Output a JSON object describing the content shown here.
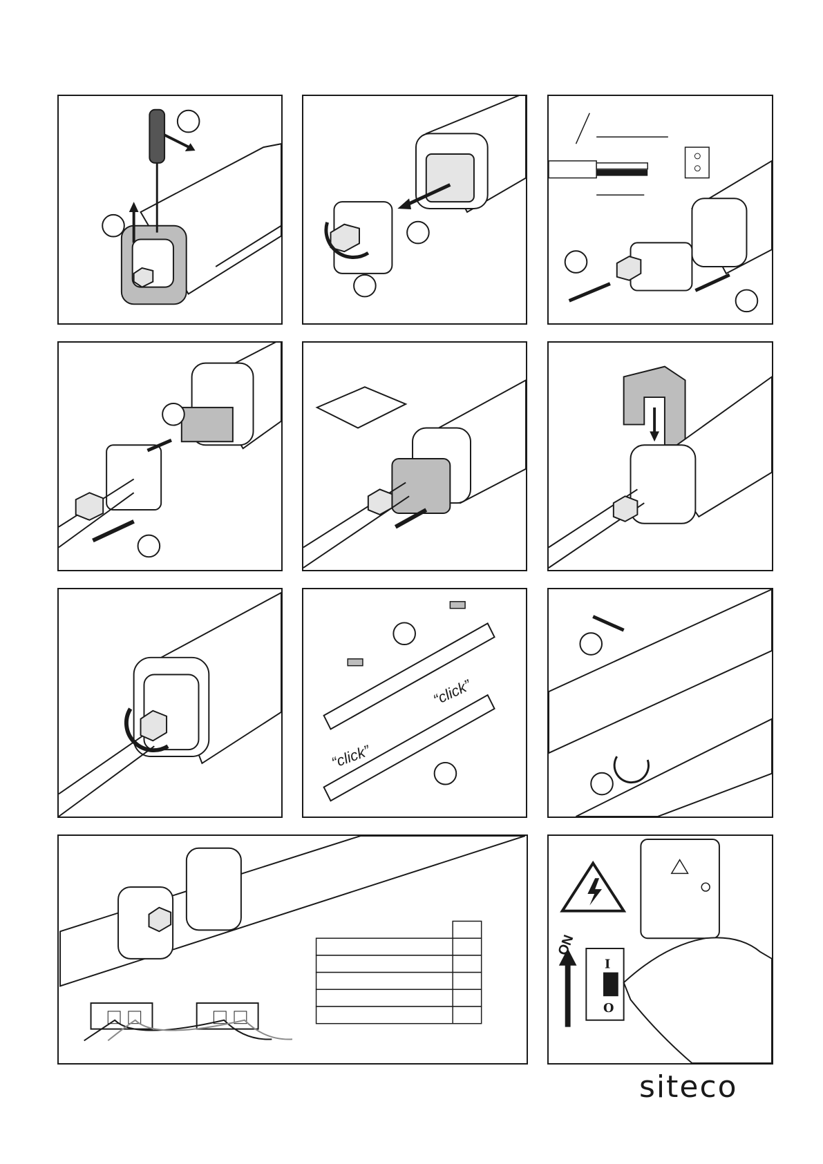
{
  "document": {
    "brand": "siteco",
    "labels": {
      "click_1": "“click”",
      "click_2": "“click”",
      "on": "ON",
      "switch_on": "I",
      "switch_off": "O"
    },
    "icons": [
      "screwdriver-icon",
      "arrow-icon",
      "nut-rotate-icon",
      "warning-electric-icon",
      "power-switch-icon",
      "hand-icon"
    ],
    "colors": {
      "line": "#1a1a1a",
      "fill_grey": "#bdbdbd",
      "background": "#ffffff"
    }
  }
}
